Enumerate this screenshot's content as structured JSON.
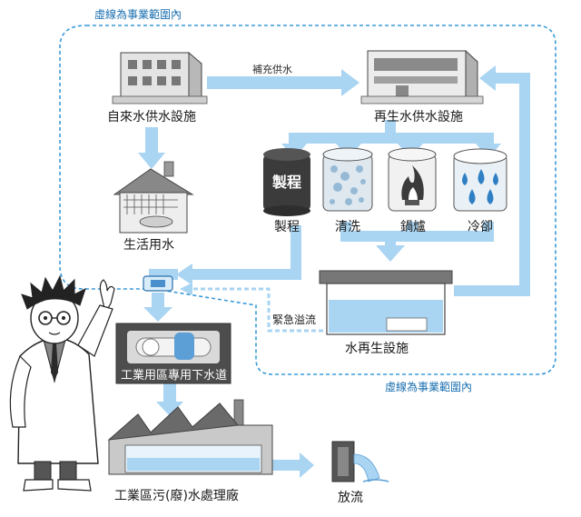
{
  "boundary_label_top": "虛線為事業範圍內",
  "boundary_label_bottom": "虛線為事業範圍內",
  "supplement_arrow_label": "補充供水",
  "nodes": {
    "tap_water": "自來水供水設施",
    "reclaimed_water": "再生水供水設施",
    "domestic_water": "生活用水",
    "process": "製程",
    "washing": "清洗",
    "boiler": "鍋爐",
    "cooling": "冷卻",
    "regeneration": "水再生設施",
    "sewer": "工業用區專用下水道",
    "treatment_plant": "工業區污(廢)水處理廠",
    "discharge": "放流"
  },
  "process_tank_text": "製程",
  "emergency_overflow": "緊急溢流",
  "colors": {
    "flow_blue": "#a9d4f2",
    "boundary_blue": "#3a9ad9",
    "dark_tank": "#3b3b3b"
  }
}
